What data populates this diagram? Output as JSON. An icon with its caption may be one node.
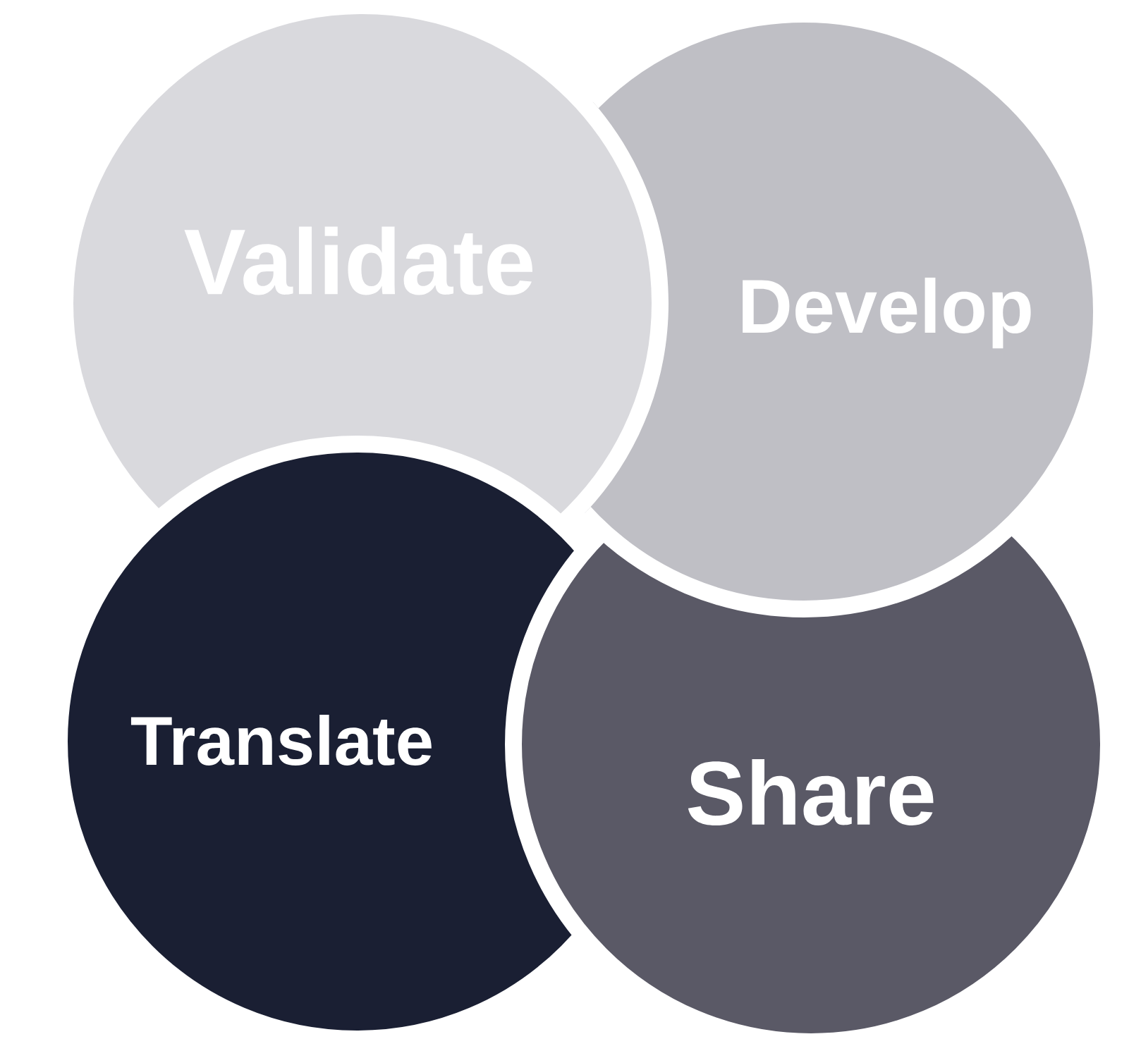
{
  "diagram": {
    "nodes": [
      {
        "text": [
          "Validate"
        ]
      },
      {
        "text": [
          "Develop"
        ]
      },
      {
        "text": [
          "Translate"
        ]
      },
      {
        "text": [
          "Share"
        ]
      }
    ]
  }
}
